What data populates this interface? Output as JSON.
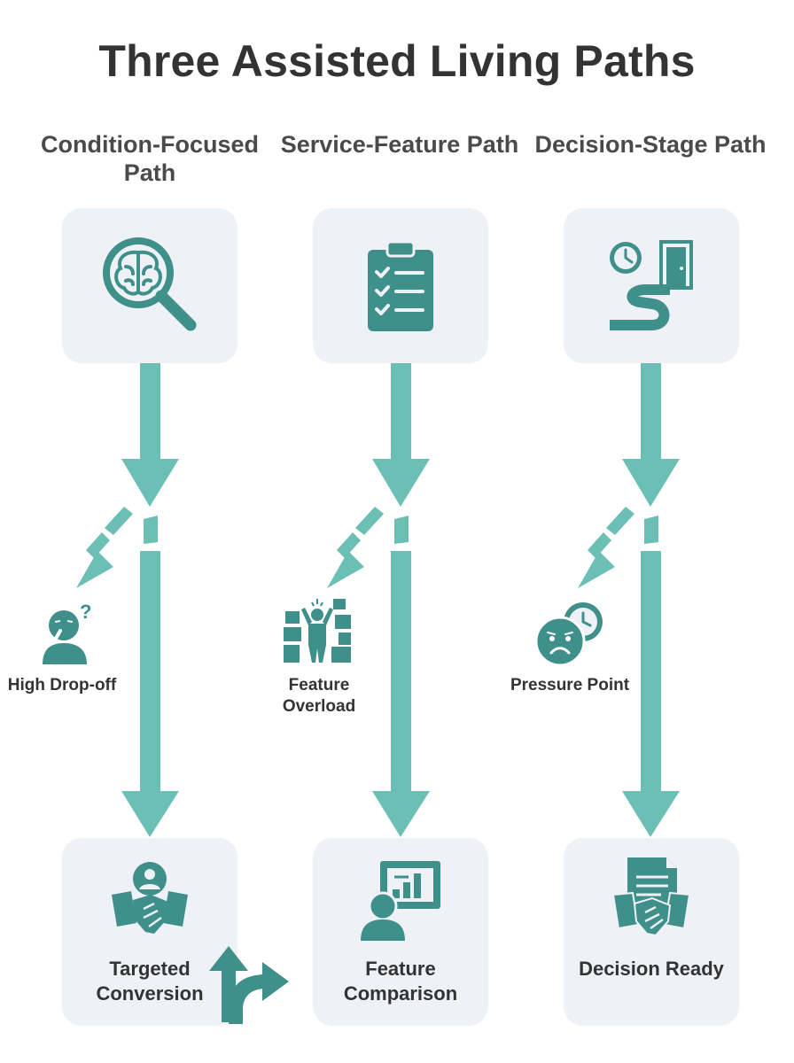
{
  "title": "Three Assisted Living Paths",
  "colors": {
    "teal": "#3f8f8b",
    "arrow": "#6cbfb5",
    "box": "#eef1f5"
  },
  "paths": [
    {
      "title": "Condition-Focused Path",
      "top_icon": "brain-magnifier-icon",
      "mid_label": "High Drop-off",
      "mid_icon": "confused-person-icon",
      "bottom_label": "Targeted Conversion",
      "bottom_icon": "handshake-user-icon"
    },
    {
      "title": "Service-Feature Path",
      "top_icon": "clipboard-checklist-icon",
      "mid_label": "Feature Overload",
      "mid_icon": "person-boxes-icon",
      "bottom_label": "Feature Comparison",
      "bottom_icon": "presentation-chart-icon"
    },
    {
      "title": "Decision-Stage Path",
      "top_icon": "clock-road-door-icon",
      "mid_label": "Pressure Point",
      "mid_icon": "worried-face-clock-icon",
      "bottom_label": "Decision Ready",
      "bottom_icon": "document-handshake-icon"
    }
  ]
}
